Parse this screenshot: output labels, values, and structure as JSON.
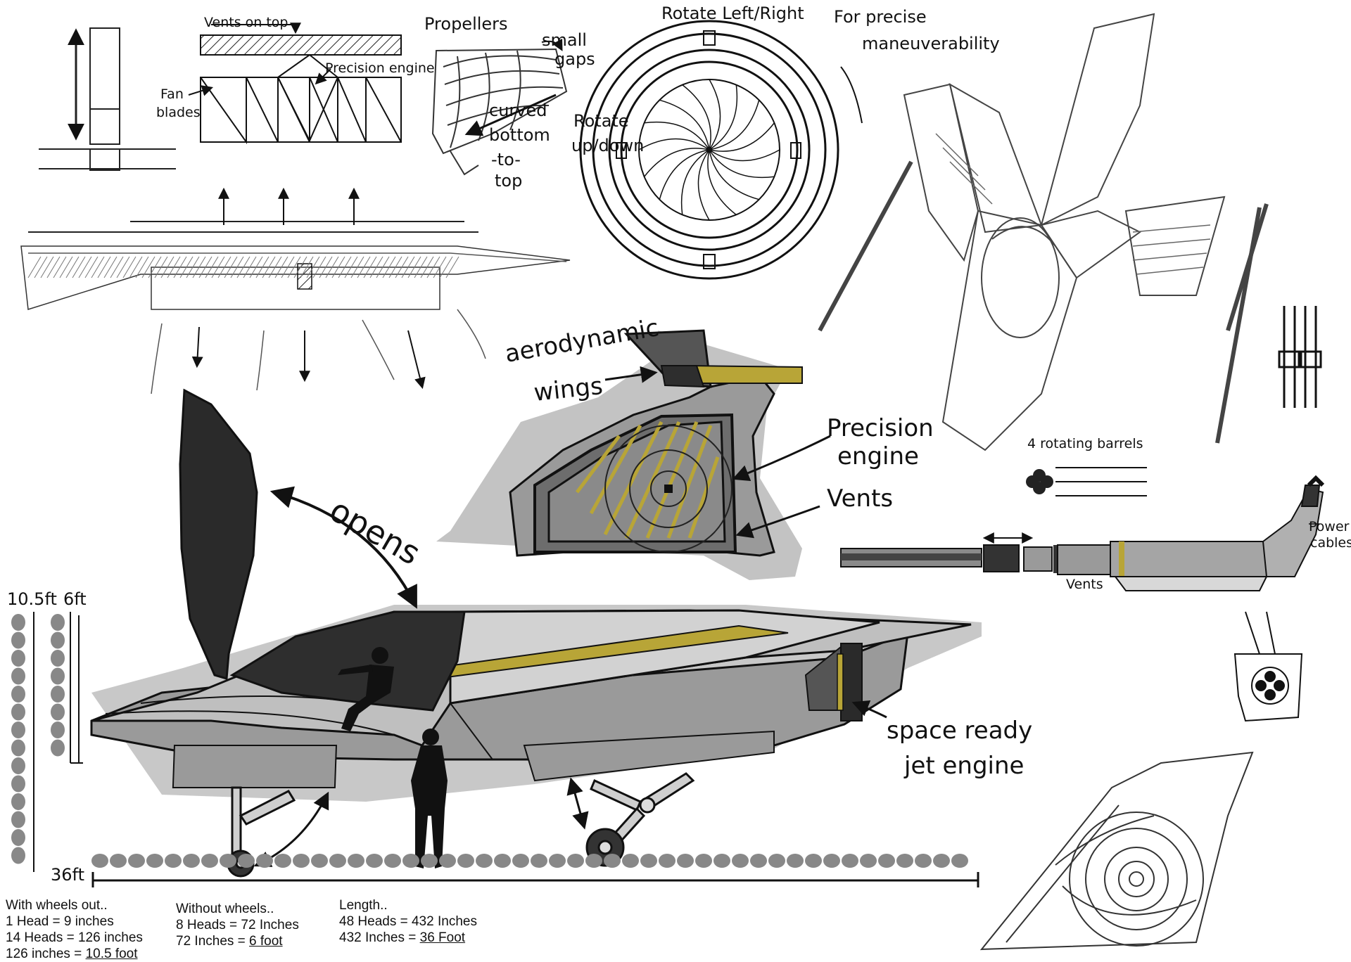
{
  "labels": {
    "vents_on_top": "Vents on top",
    "precision_engine_small": "Precision engine",
    "fan": "Fan",
    "blades": "blades",
    "propellers": "Propellers",
    "small": "small",
    "gaps": "gaps",
    "curved": "curved",
    "bottom": "bottom",
    "to_dash": "-to-",
    "top": "top",
    "rotate_left_right": "Rotate Left/Right",
    "rotate": "Rotate",
    "up_down": "up/down",
    "for_precise": "For precise",
    "maneuverability": "maneuverability",
    "aerodynamic": "aerodynamic",
    "wings": "wings",
    "precision": "Precision",
    "engine": "engine",
    "vents": "Vents",
    "opens": "opens",
    "four_rotating_barrels": "4 rotating barrels",
    "power": "Power",
    "cables": "cables",
    "vents_small": "Vents",
    "space_ready": "space ready",
    "jet_engine": "jet engine",
    "height_105": "10.5ft",
    "height_6": "6ft",
    "length_36": "36ft"
  },
  "notes": {
    "wheels_out": {
      "title": "With wheels out..",
      "line1": "1 Head = 9 inches",
      "line2": "14 Heads = 126 inches",
      "line3_prefix": "126 inches = ",
      "line3_value": "10.5 foot"
    },
    "without_wheels": {
      "title": "Without wheels..",
      "line1": "8 Heads = 72 Inches",
      "line2_prefix": "72 Inches = ",
      "line2_value": "6 foot"
    },
    "length": {
      "title": "Length..",
      "line1": "48 Heads = 432 Inches",
      "line2_prefix": "432 Inches = ",
      "line2_value": "36 Foot"
    }
  },
  "colors": {
    "ink": "#111111",
    "hull_gray": "#9a9a9a",
    "hull_light": "#c4c4c4",
    "shadow_gray": "#bdbdbd",
    "canopy_dark": "#2e2e2e",
    "accent_yellow": "#b8a537"
  }
}
